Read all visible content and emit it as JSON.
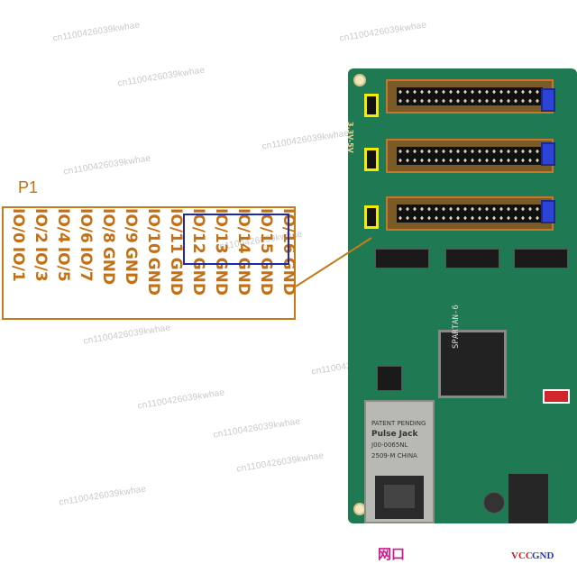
{
  "watermark": "cn1100426039kwhae",
  "pin_block": {
    "title": "P1",
    "columns": [
      [
        "IO/0",
        "IO/1"
      ],
      [
        "IO/2",
        "IO/3"
      ],
      [
        "IO/4",
        "IO/5"
      ],
      [
        "IO/6",
        "IO/7"
      ],
      [
        "IO/8",
        "GND"
      ],
      [
        "IO/9",
        "GND"
      ],
      [
        "IO/10",
        "GND"
      ],
      [
        "IO/11",
        "GND"
      ],
      [
        "IO/12",
        "GND"
      ],
      [
        "IO/13",
        "GND"
      ],
      [
        "IO/14",
        "GND"
      ],
      [
        "IO/15",
        "GND"
      ],
      [
        "IO/16",
        "GND"
      ]
    ]
  },
  "board": {
    "voltage_label": "3.3V-5V",
    "fpga_label": "SPARTAN-6",
    "rj45_label": "PATENT PENDING",
    "rj45_brand": "Pulse Jack",
    "rj45_model": "J00-0065NL",
    "rj45_origin": "2509-M CHINA"
  },
  "captions": {
    "network_port": "网口",
    "vcc": "VCC",
    "gnd": "GND"
  },
  "colors": {
    "outline_orange": "#c47a1a",
    "highlight_blue": "#1f29a8",
    "pcb_green": "#1f7a54"
  }
}
